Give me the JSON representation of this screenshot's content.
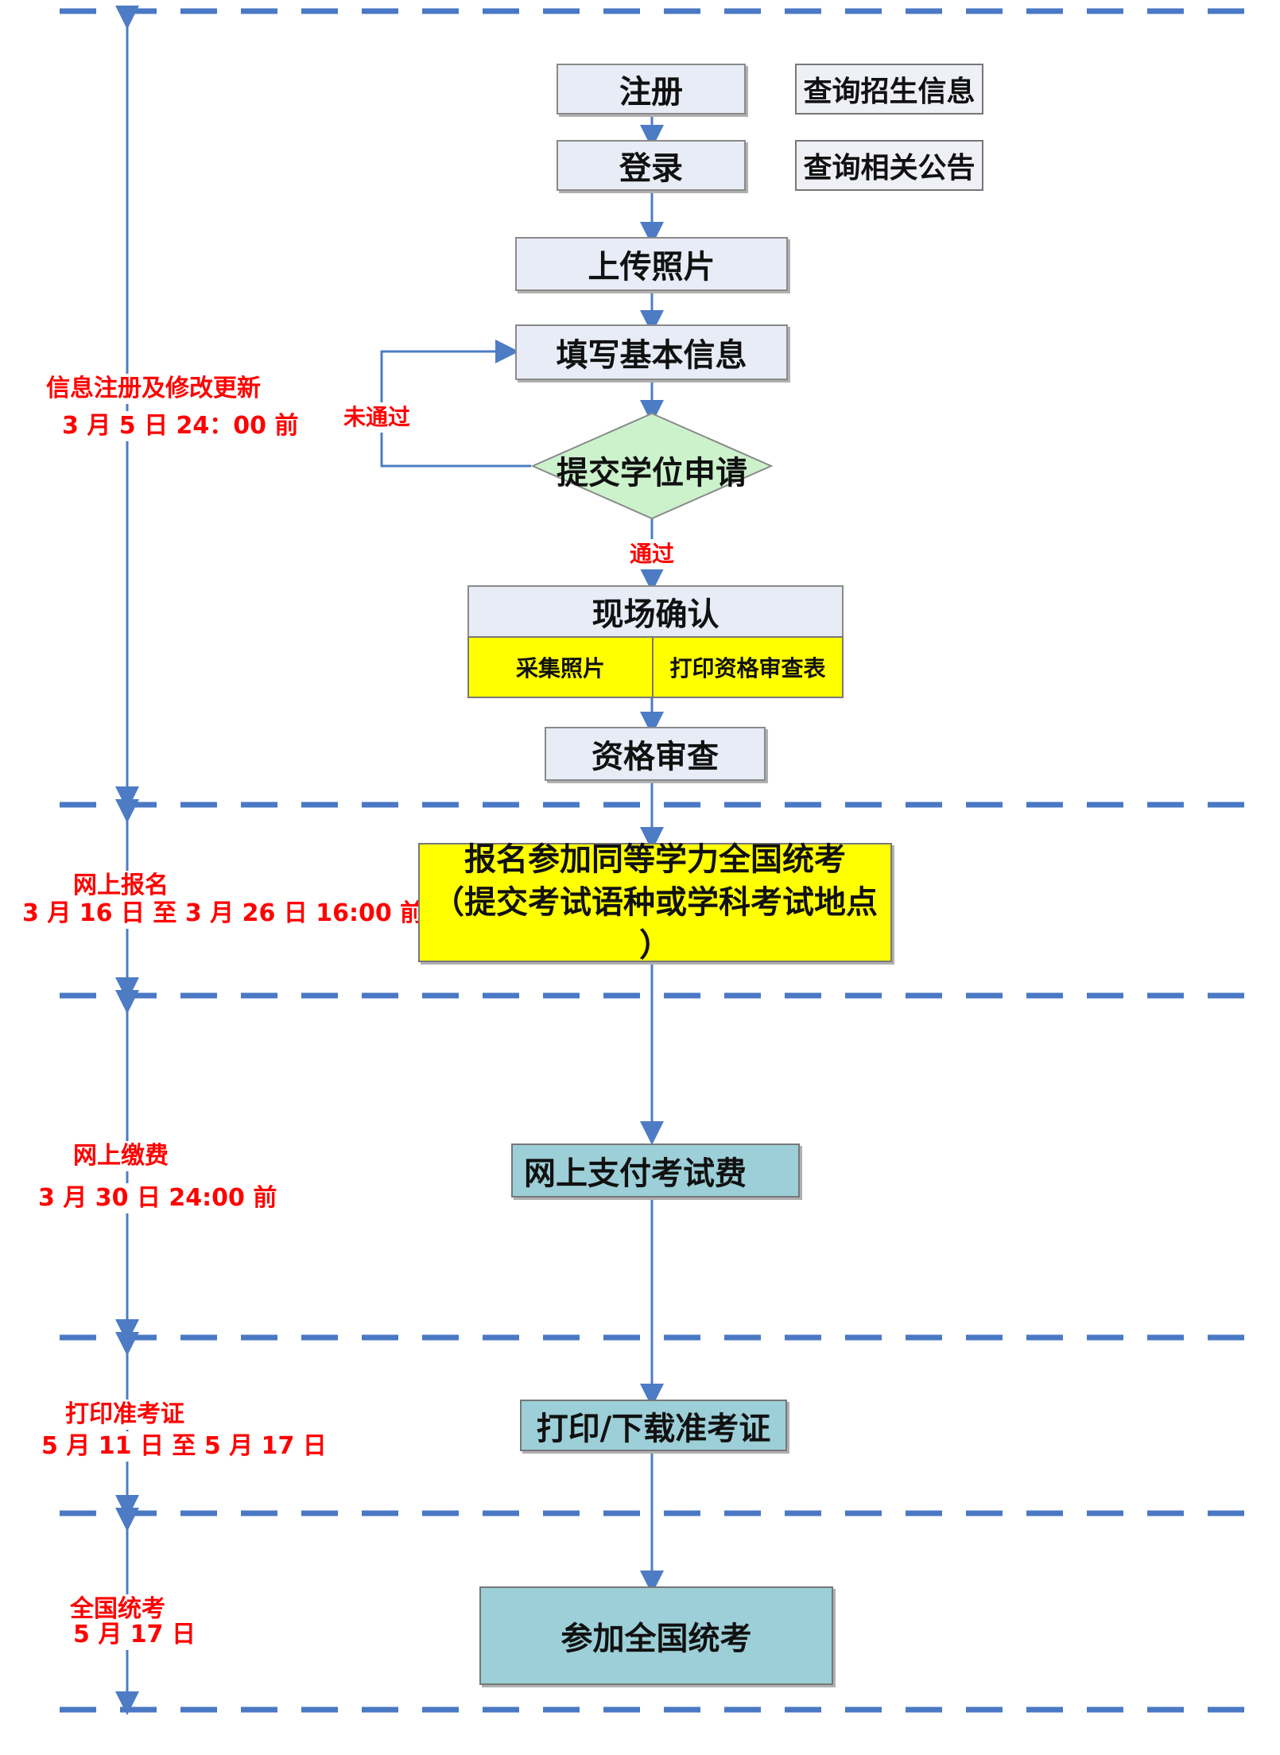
{
  "phases": [
    {
      "label": "信息注册及修改更新",
      "deadline": "3 月 5 日 24：00 前"
    },
    {
      "label": "网上报名",
      "deadline": "3 月 16 日 至 3 月 26 日 16:00 前"
    },
    {
      "label": "网上缴费",
      "deadline": "3 月 30 日 24:00 前"
    },
    {
      "label": "打印准考证",
      "deadline": "5 月 11 日 至 5 月 17 日"
    },
    {
      "label": "全国统考",
      "deadline": "5 月 17 日"
    }
  ],
  "steps": {
    "register": "注册",
    "login": "登录",
    "query_admission": "查询招生信息",
    "query_notice": "查询相关公告",
    "upload_photo": "上传照片",
    "fill_info": "填写基本信息",
    "submit_application": "提交学位申请",
    "not_passed": "未通过",
    "passed": "通过",
    "onsite_confirm": "现场确认",
    "collect_photo": "采集照片",
    "print_review_form": "打印资格审查表",
    "qualification_review": "资格审查",
    "signup_line1": "报名参加同等学力全国统考",
    "signup_line2": "（提交考试语种或学科考试地点 ）",
    "pay_fee": "网上支付考试费",
    "print_ticket": "打印/下载准考证",
    "take_exam": "参加全国统考"
  },
  "colors": {
    "line": "#4d7cc5",
    "dash": "#4a78c4",
    "red": "#ff0000",
    "yellow": "#ffff00",
    "teal": "#9ccfd7",
    "diamond": "#ccf2cc"
  }
}
